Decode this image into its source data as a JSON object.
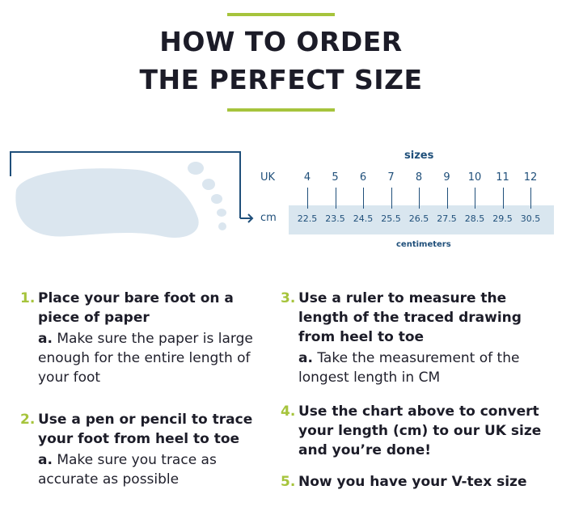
{
  "header": {
    "title_line1": "HOW TO ORDER",
    "title_line2": "THE PERFECT SIZE"
  },
  "chart_data": {
    "type": "table",
    "title": "sizes",
    "row_labels": {
      "uk": "UK",
      "cm": "cm"
    },
    "unit_caption": "centimeters",
    "uk_sizes": [
      "4",
      "5",
      "6",
      "7",
      "8",
      "9",
      "10",
      "11",
      "12"
    ],
    "cm_values": [
      "22.5",
      "23.5",
      "24.5",
      "25.5",
      "26.5",
      "27.5",
      "28.5",
      "29.5",
      "30.5"
    ]
  },
  "steps": [
    {
      "number": "1.",
      "heading": "Place your bare foot on a piece of paper",
      "sub_letter": "a.",
      "sub_text": "Make sure the paper is large enough for the entire length of your foot"
    },
    {
      "number": "2.",
      "heading": "Use a pen or pencil to trace your foot from heel to toe",
      "sub_letter": "a.",
      "sub_text": "Make sure you trace as accurate as possible"
    },
    {
      "number": "3.",
      "heading": "Use a ruler to measure the length of the traced drawing from heel to toe",
      "sub_letter": "a.",
      "sub_text": "Take the measurement of the longest length in CM"
    },
    {
      "number": "4.",
      "heading": "Use the chart above to convert your length (cm) to our UK size and you’re done!"
    },
    {
      "number": "5.",
      "heading": "Now you have your V-tex size"
    }
  ],
  "colors": {
    "accent": "#a6c43c",
    "chart_text": "#1f4f7a",
    "foot": "#dbe6ef",
    "band": "#d9e6ef"
  }
}
